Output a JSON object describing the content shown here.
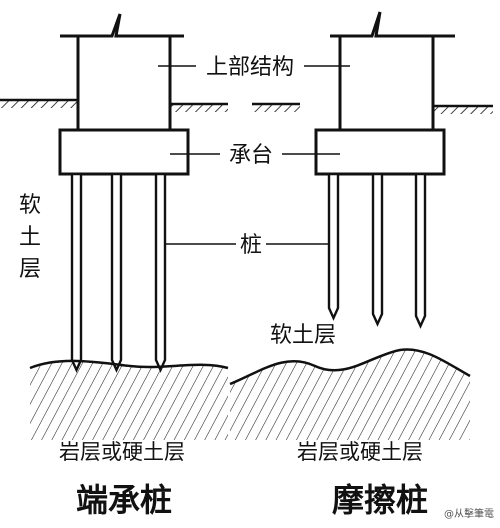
{
  "labels": {
    "superstructure": "上部结构",
    "pile_cap": "承台",
    "pile": "桩",
    "soft_soil_vertical": [
      "软",
      "土",
      "层"
    ],
    "soft_soil": "软土层",
    "rock_left": "岩层或硬土层",
    "rock_right": "岩层或硬土层"
  },
  "titles": {
    "left": "端承桩",
    "right": "摩擦桩"
  },
  "watermark": "@从擊筆電"
}
